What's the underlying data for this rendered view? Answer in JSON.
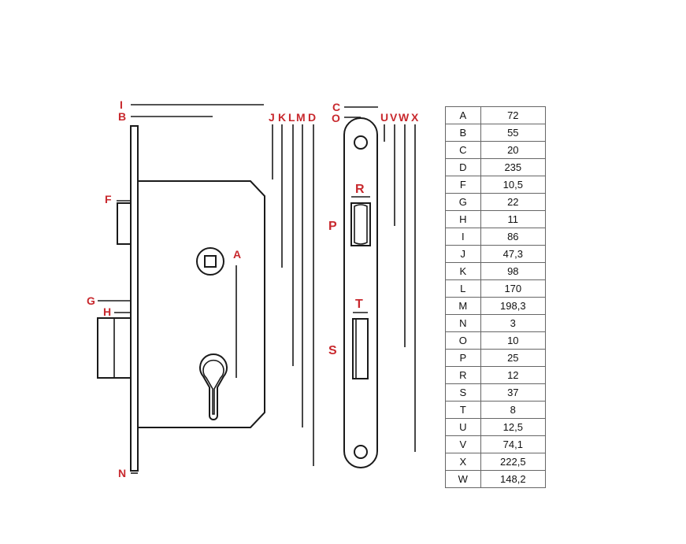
{
  "labels": {
    "I": "I",
    "B": "B",
    "F": "F",
    "G": "G",
    "H": "H",
    "N": "N",
    "A": "A",
    "J": "J",
    "K": "K",
    "L": "L",
    "M": "M",
    "D": "D",
    "C": "C",
    "O": "O",
    "U": "U",
    "V": "V",
    "W": "W",
    "X": "X",
    "R": "R",
    "P": "P",
    "T": "T",
    "S": "S"
  },
  "dimensions": [
    {
      "key": "A",
      "value": "72"
    },
    {
      "key": "B",
      "value": "55"
    },
    {
      "key": "C",
      "value": "20"
    },
    {
      "key": "D",
      "value": "235"
    },
    {
      "key": "F",
      "value": "10,5"
    },
    {
      "key": "G",
      "value": "22"
    },
    {
      "key": "H",
      "value": "11"
    },
    {
      "key": "I",
      "value": "86"
    },
    {
      "key": "J",
      "value": "47,3"
    },
    {
      "key": "K",
      "value": "98"
    },
    {
      "key": "L",
      "value": "170"
    },
    {
      "key": "M",
      "value": "198,3"
    },
    {
      "key": "N",
      "value": "3"
    },
    {
      "key": "O",
      "value": "10"
    },
    {
      "key": "P",
      "value": "25"
    },
    {
      "key": "R",
      "value": "12"
    },
    {
      "key": "S",
      "value": "37"
    },
    {
      "key": "T",
      "value": "8"
    },
    {
      "key": "U",
      "value": "12,5"
    },
    {
      "key": "V",
      "value": "74,1"
    },
    {
      "key": "X",
      "value": "222,5"
    },
    {
      "key": "W",
      "value": "148,2"
    }
  ],
  "colors": {
    "label": "#c8282d",
    "ink": "#1a1a1a"
  }
}
